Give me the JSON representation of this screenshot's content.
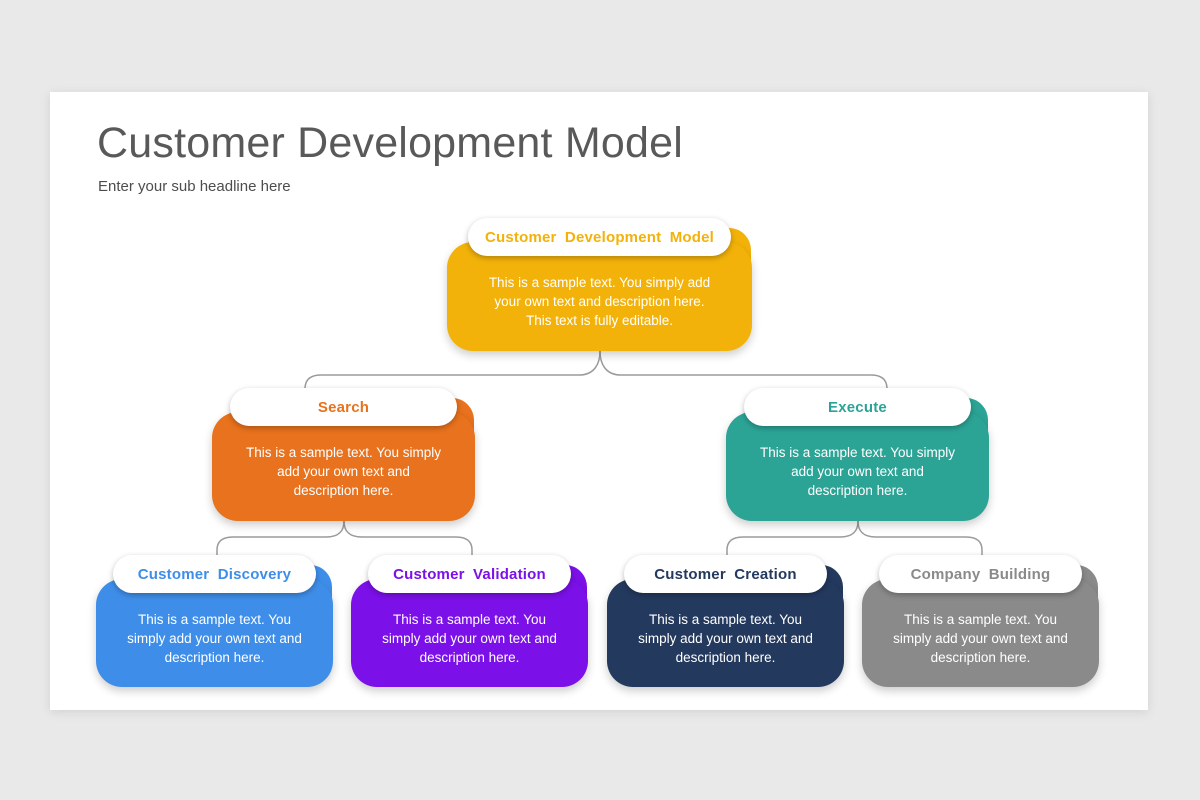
{
  "page": {
    "background": "#e9e9e9",
    "slide_background": "#ffffff"
  },
  "header": {
    "title": "Customer Development Model",
    "subtitle": "Enter your sub headline here"
  },
  "diagram": {
    "connector_color": "#9b9b9b",
    "nodes": [
      {
        "id": "root",
        "label": "Customer Development Model",
        "color": "#F3B20A",
        "body": "This is a sample text. You simply add\nyour own text and description here.\nThis text is fully editable."
      },
      {
        "id": "search",
        "label": "Search",
        "color": "#E8721D",
        "body": "This is a sample text. You simply\nadd your own text and\ndescription here."
      },
      {
        "id": "execute",
        "label": "Execute",
        "color": "#2BA496",
        "body": "This is a sample text. You simply\nadd your own text and\ndescription here."
      },
      {
        "id": "customer-discovery",
        "label": "Customer Discovery",
        "color": "#3E8EE9",
        "body": "This is a sample text. You\nsimply add your own text and\ndescription here."
      },
      {
        "id": "customer-validation",
        "label": "Customer Validation",
        "color": "#7B10E8",
        "body": "This is a sample text. You\nsimply add your own text and\ndescription here."
      },
      {
        "id": "customer-creation",
        "label": "Customer Creation",
        "color": "#24395E",
        "body": "This is a sample text. You\nsimply add your own text and\ndescription here."
      },
      {
        "id": "company-building",
        "label": "Company Building",
        "color": "#8A8A8A",
        "body": "This is a sample text. You\nsimply add your own text and\ndescription here."
      }
    ]
  }
}
